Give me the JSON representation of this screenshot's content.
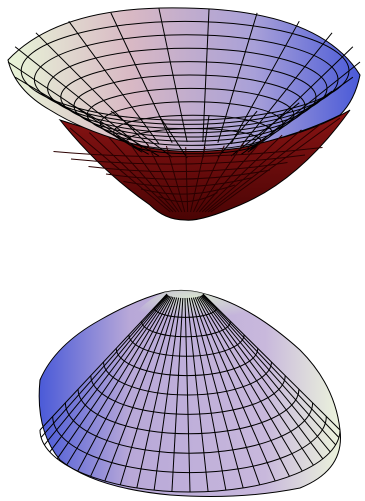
{
  "figure": {
    "surfaces": [
      {
        "kind": "upper-nappe",
        "opening": "up",
        "colors": {
          "rim_left": "#e8f5d8",
          "rim_mid": "#d8b8c4",
          "rim_right": "#4a5ad8",
          "inner_far": "#c6a4c6",
          "inner_near": "#a8a0d8",
          "underside": "#8a1414",
          "underside_dark": "#4a0404",
          "mesh": "#000000"
        }
      },
      {
        "kind": "lower-nappe",
        "opening": "down",
        "colors": {
          "apex": "#d8e4d0",
          "left_edge": "#4a5ad8",
          "right_edge": "#ecf4dc",
          "front": "#b8a8d8",
          "base": "#a8a0d8",
          "mesh": "#000000"
        }
      }
    ]
  }
}
